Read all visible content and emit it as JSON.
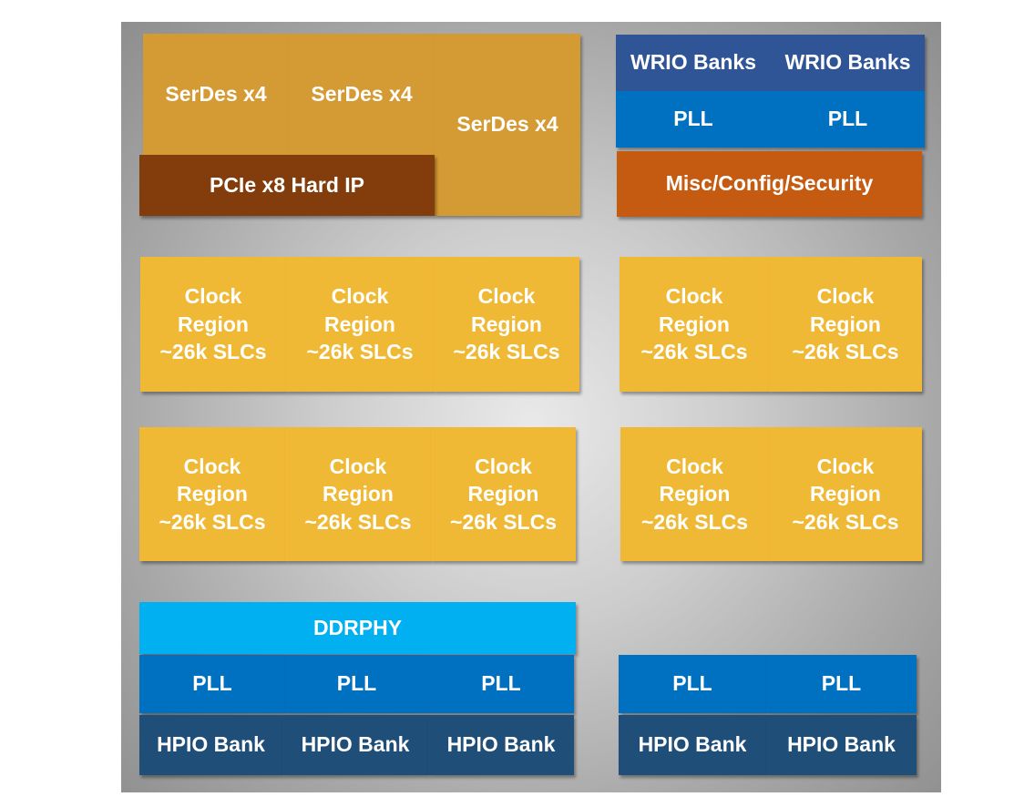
{
  "serdes": [
    "SerDes x4",
    "SerDes x4",
    "SerDes x4"
  ],
  "pcie": "PCIe x8 Hard IP",
  "wrio": [
    "WRIO Banks",
    "WRIO Banks"
  ],
  "top_pll": [
    "PLL",
    "PLL"
  ],
  "misc": "Misc/Config/Security",
  "clock_regions": [
    "Clock\nRegion\n~26k SLCs",
    "Clock\nRegion\n~26k SLCs",
    "Clock\nRegion\n~26k SLCs",
    "Clock\nRegion\n~26k SLCs",
    "Clock\nRegion\n~26k SLCs",
    "Clock\nRegion\n~26k SLCs",
    "Clock\nRegion\n~26k SLCs",
    "Clock\nRegion\n~26k SLCs",
    "Clock\nRegion\n~26k SLCs",
    "Clock\nRegion\n~26k SLCs"
  ],
  "ddrphy": "DDRPHY",
  "bottom_pll": [
    "PLL",
    "PLL",
    "PLL",
    "PLL",
    "PLL"
  ],
  "hpio": [
    "HPIO Bank",
    "HPIO Bank",
    "HPIO Bank",
    "HPIO Bank",
    "HPIO Bank"
  ],
  "colors": {
    "serdes": "#d49a33",
    "pcie": "#833c0b",
    "wrio": "#2f5597",
    "pll": "#0070c0",
    "misc": "#c55a11",
    "clock_region": "#f0b935",
    "ddrphy": "#00b0f0",
    "hpio": "#1f4e79"
  }
}
